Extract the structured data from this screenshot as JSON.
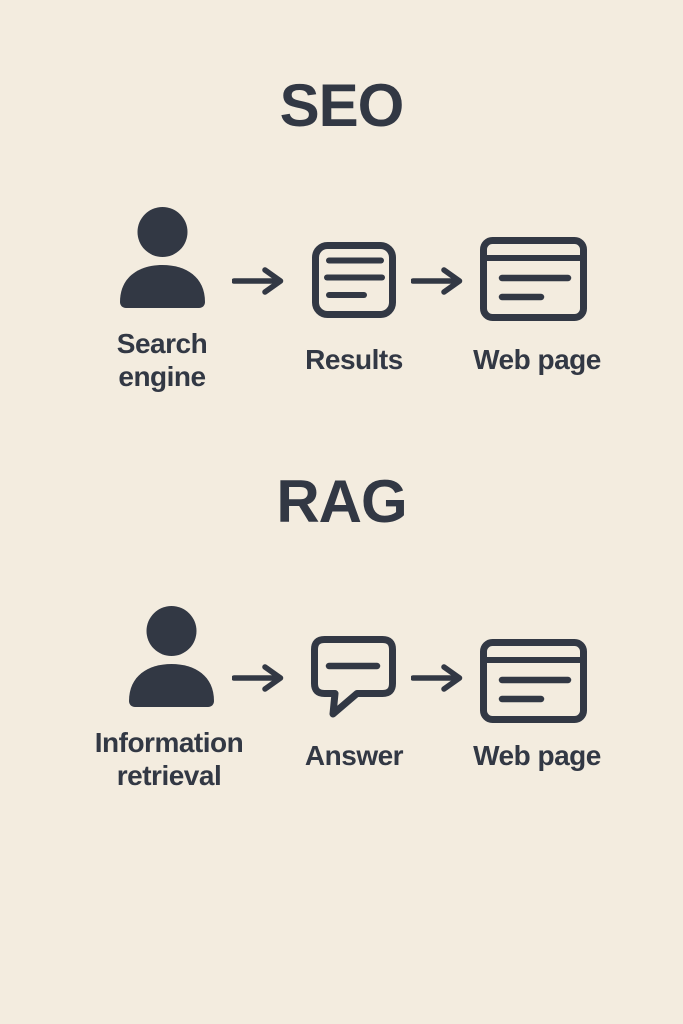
{
  "colors": {
    "background": "#f3ecdf",
    "ink": "#323844"
  },
  "sections": [
    {
      "title": "SEO",
      "steps": [
        {
          "icon": "user-icon",
          "label": "Search engine"
        },
        {
          "icon": "document-list-icon",
          "label": "Results"
        },
        {
          "icon": "browser-window-icon",
          "label": "Web page"
        }
      ]
    },
    {
      "title": "RAG",
      "steps": [
        {
          "icon": "user-icon",
          "label": "Information retrieval"
        },
        {
          "icon": "speech-bubble-icon",
          "label": "Answer"
        },
        {
          "icon": "browser-window-icon",
          "label": "Web page"
        }
      ]
    }
  ],
  "icons": {
    "flow_arrow": "→"
  }
}
